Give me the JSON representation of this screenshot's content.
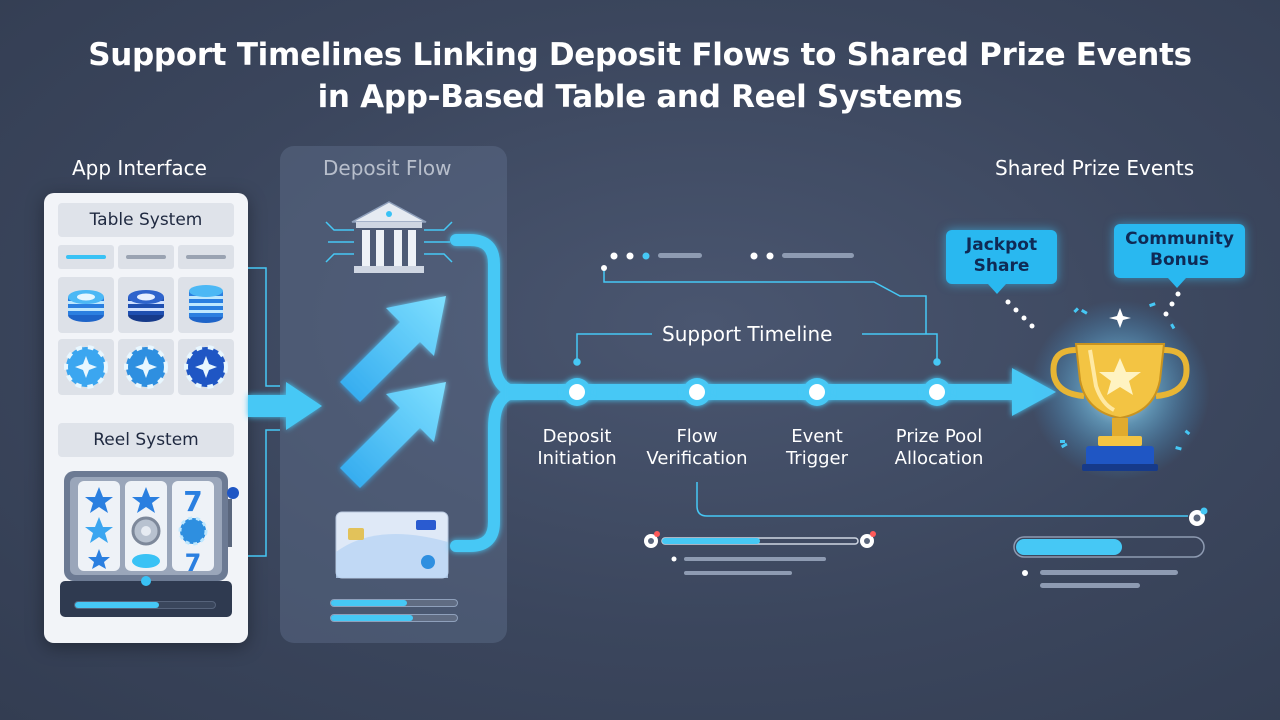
{
  "title": {
    "line1": "Support Timelines Linking Deposit Flows to Shared Prize Events",
    "line2": "in App-Based Table and Reel Systems"
  },
  "app_interface": {
    "label": "App Interface",
    "table_system": "Table System",
    "reel_system": "Reel System",
    "reel_progress": 0.6
  },
  "deposit_flow": {
    "label": "Deposit Flow",
    "bank_icon": "bank-icon",
    "card_icon": "credit-card-icon",
    "progress": [
      0.6,
      0.65
    ]
  },
  "timeline": {
    "label": "Support Timeline",
    "steps": [
      {
        "line1": "Deposit",
        "line2": "Initiation"
      },
      {
        "line1": "Flow",
        "line2": "Verification"
      },
      {
        "line1": "Event",
        "line2": "Trigger"
      },
      {
        "line1": "Prize Pool",
        "line2": "Allocation"
      }
    ],
    "lower_progress": 0.5
  },
  "shared_prize": {
    "label": "Shared Prize Events",
    "callouts": [
      {
        "line1": "Jackpot",
        "line2": "Share"
      },
      {
        "line1": "Community",
        "line2": "Bonus"
      }
    ],
    "trophy_icon": "trophy-icon",
    "progress": 0.57
  },
  "colors": {
    "accent": "#39c2f5",
    "background": "#3b465d",
    "panel": "#f2f4f8",
    "callout": "#29b8f0"
  }
}
